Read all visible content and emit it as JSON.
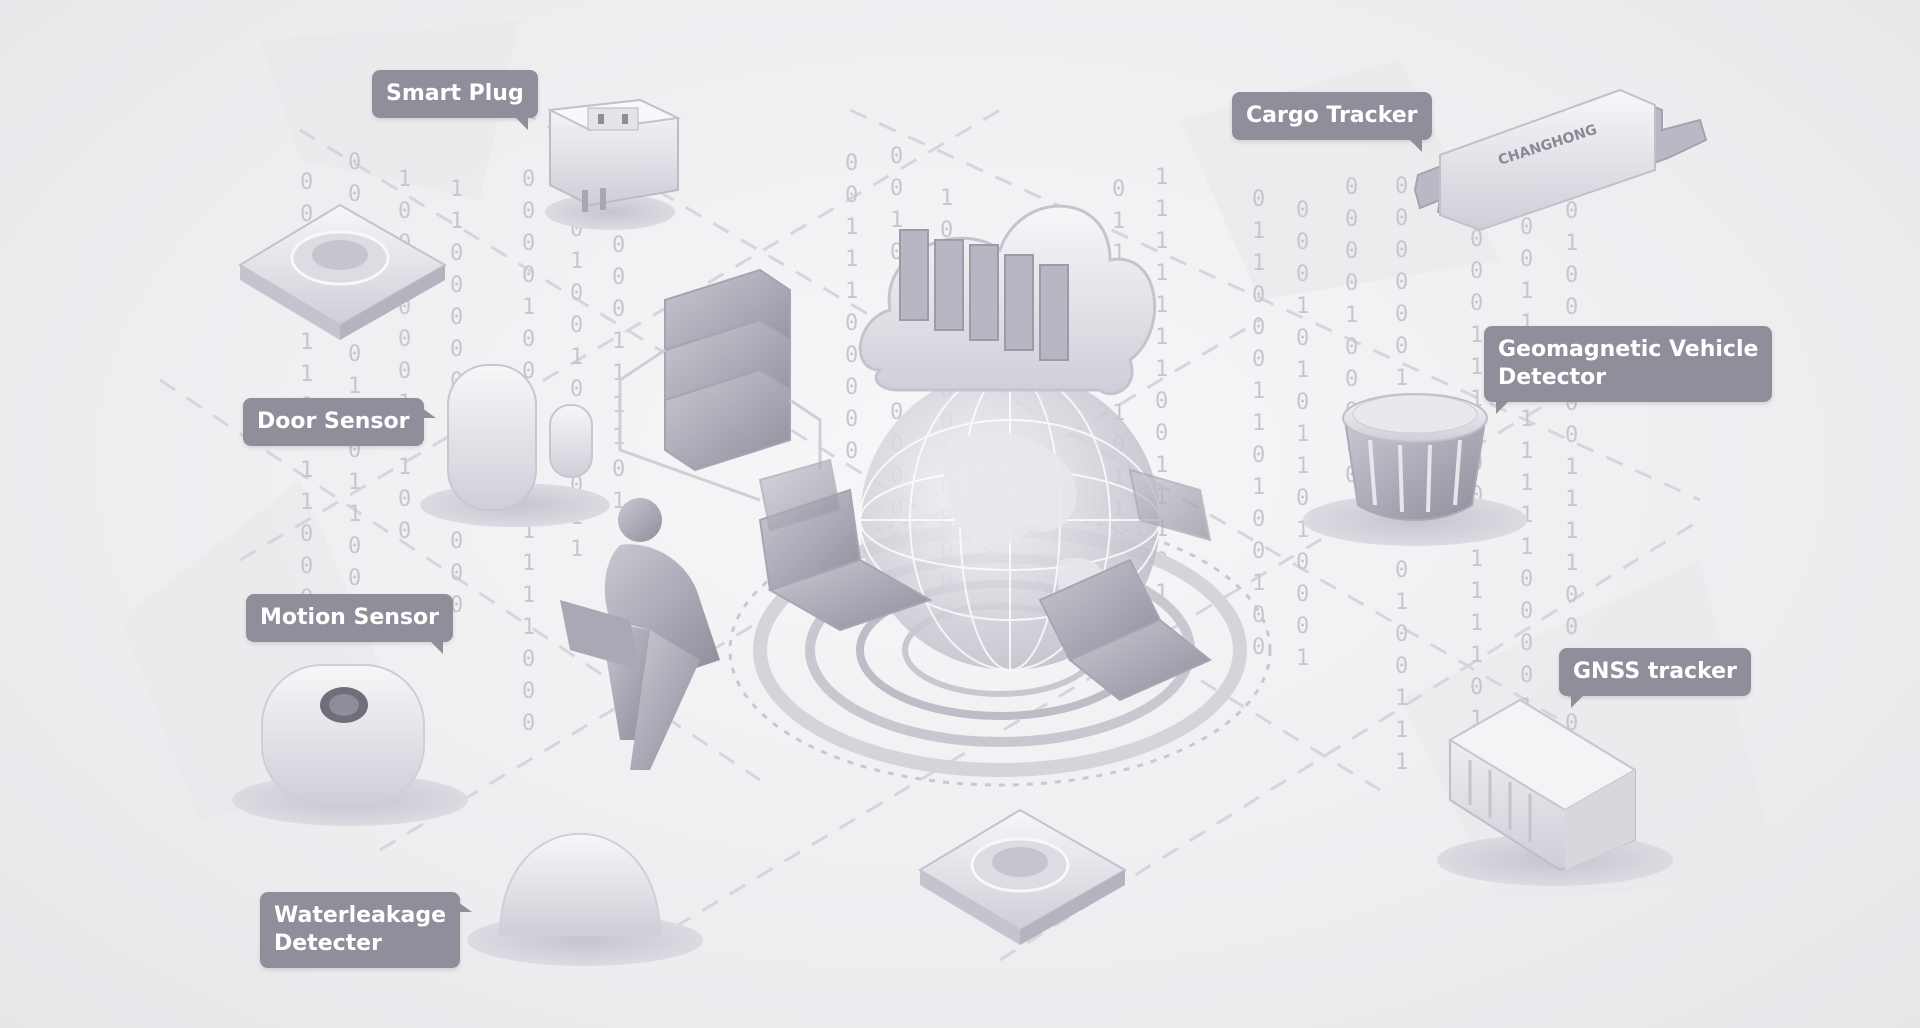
{
  "labels": {
    "smart_plug": "Smart Plug",
    "cargo_tracker": "Cargo Tracker",
    "door_sensor": "Door Sensor",
    "geomagnetic_line1": "Geomagnetic Vehicle",
    "geomagnetic_line2": "Detector",
    "motion_sensor": "Motion Sensor",
    "gnss_tracker": "GNSS tracker",
    "waterleakage_line1": "Waterleakage",
    "waterleakage_line2": "Detecter"
  },
  "brand_text": "CHANGHONG",
  "colors": {
    "callout_bg": "#8f8e9a",
    "callout_text": "#ffffff",
    "device_light": "#f4f4f6",
    "device_mid": "#c9c8d2",
    "device_dark": "#9e9daa",
    "background": "#f1f1f3"
  }
}
